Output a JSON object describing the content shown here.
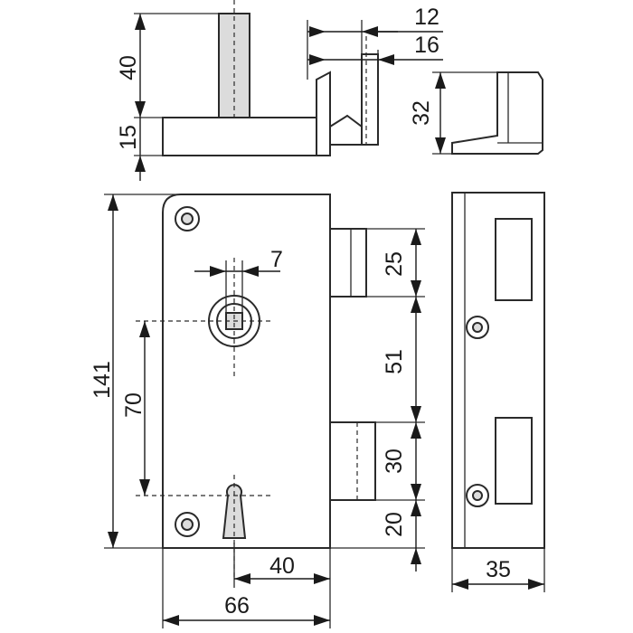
{
  "dimensions": {
    "d12": "12",
    "d16": "16",
    "d40_top": "40",
    "d15": "15",
    "d32": "32",
    "d7": "7",
    "d141": "141",
    "d70": "70",
    "d25": "25",
    "d51": "51",
    "d30": "30",
    "d20": "20",
    "d40_bottom": "40",
    "d66": "66",
    "d35": "35"
  },
  "colors": {
    "line": "#2a2a2a",
    "fill": "#ffffff",
    "shade": "#dcdcdc"
  }
}
